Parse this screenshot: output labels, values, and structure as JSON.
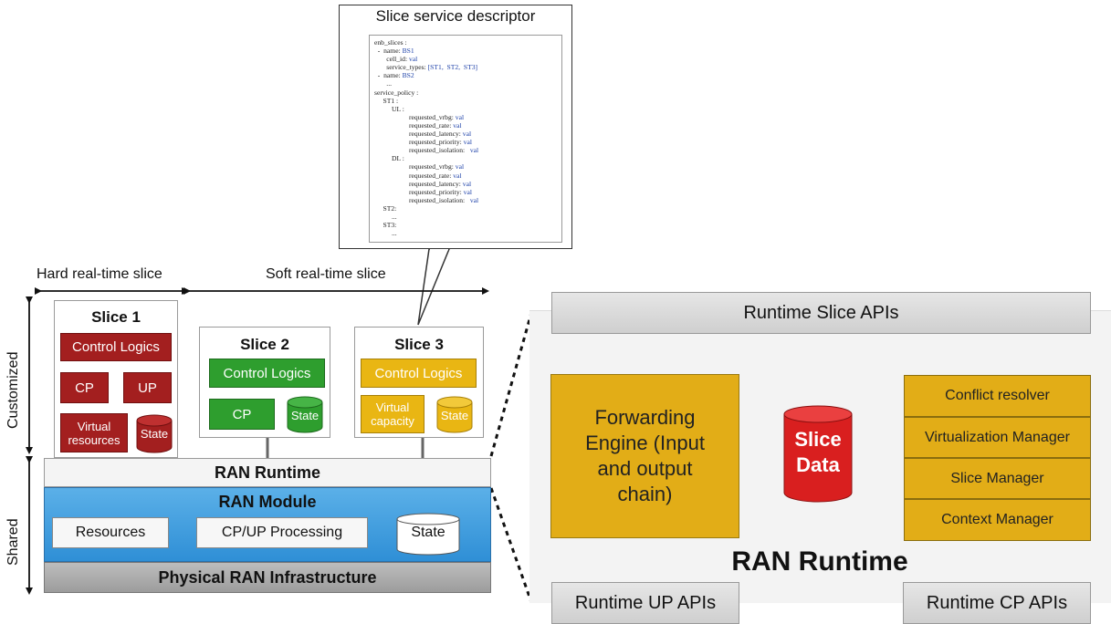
{
  "descriptor": {
    "title": "Slice service descriptor",
    "code_lines": [
      [
        "enb_slices :",
        ""
      ],
      [
        "  -  name: ",
        "BS1"
      ],
      [
        "       cell_id: ",
        "val"
      ],
      [
        "       service_types: ",
        "[ST1,  ST2,  ST3]"
      ],
      [
        "  -  name: ",
        "BS2"
      ],
      [
        "       ...",
        ""
      ],
      [
        "service_policy :",
        ""
      ],
      [
        "     ST1 :",
        ""
      ],
      [
        "          UL :",
        ""
      ],
      [
        "                    requested_vrbg: ",
        "val"
      ],
      [
        "                    requested_rate: ",
        "val"
      ],
      [
        "                    requested_latency: ",
        "val"
      ],
      [
        "                    requested_priority: ",
        "val"
      ],
      [
        "                    requested_isolation:   ",
        "val"
      ],
      [
        "          DL :",
        ""
      ],
      [
        "                    requested_vrbg: ",
        "val"
      ],
      [
        "                    requested_rate: ",
        "val"
      ],
      [
        "                    requested_latency: ",
        "val"
      ],
      [
        "                    requested_priority: ",
        "val"
      ],
      [
        "                    requested_isolation:   ",
        "val"
      ],
      [
        "     ST2:",
        ""
      ],
      [
        "          ...",
        ""
      ],
      [
        "     ST3:",
        ""
      ],
      [
        "          ...",
        ""
      ]
    ]
  },
  "labels": {
    "hard_rt": "Hard real-time slice",
    "soft_rt": "Soft real-time slice",
    "customized": "Customized",
    "shared": "Shared"
  },
  "slices": {
    "s1": {
      "title": "Slice 1",
      "control": "Control Logics",
      "cp": "CP",
      "up": "UP",
      "virt": "Virtual resources",
      "state": "State"
    },
    "s2": {
      "title": "Slice 2",
      "control": "Control Logics",
      "cp": "CP",
      "state": "State"
    },
    "s3": {
      "title": "Slice 3",
      "control": "Control Logics",
      "virt": "Virtual capacity",
      "state": "State"
    }
  },
  "shared": {
    "runtime": "RAN Runtime",
    "module": "RAN Module",
    "resources": "Resources",
    "cpup": "CP/UP Processing",
    "state": "State",
    "physical": "Physical RAN Infrastructure"
  },
  "runtime_detail": {
    "slice_apis": "Runtime Slice APIs",
    "forwarding": "Forwarding Engine (Input and output chain)",
    "slice_data": "Slice Data",
    "managers": [
      "Conflict resolver",
      "Virtualization Manager",
      "Slice Manager",
      "Context Manager"
    ],
    "title": "RAN Runtime",
    "up_apis": "Runtime UP APIs",
    "cp_apis": "Runtime CP APIs"
  },
  "colors": {
    "slice1": "#a31f1f",
    "slice2": "#2e9e2e",
    "slice3": "#e9b613",
    "module": "#2f8fd6",
    "slice_data": "#d91f1f"
  }
}
